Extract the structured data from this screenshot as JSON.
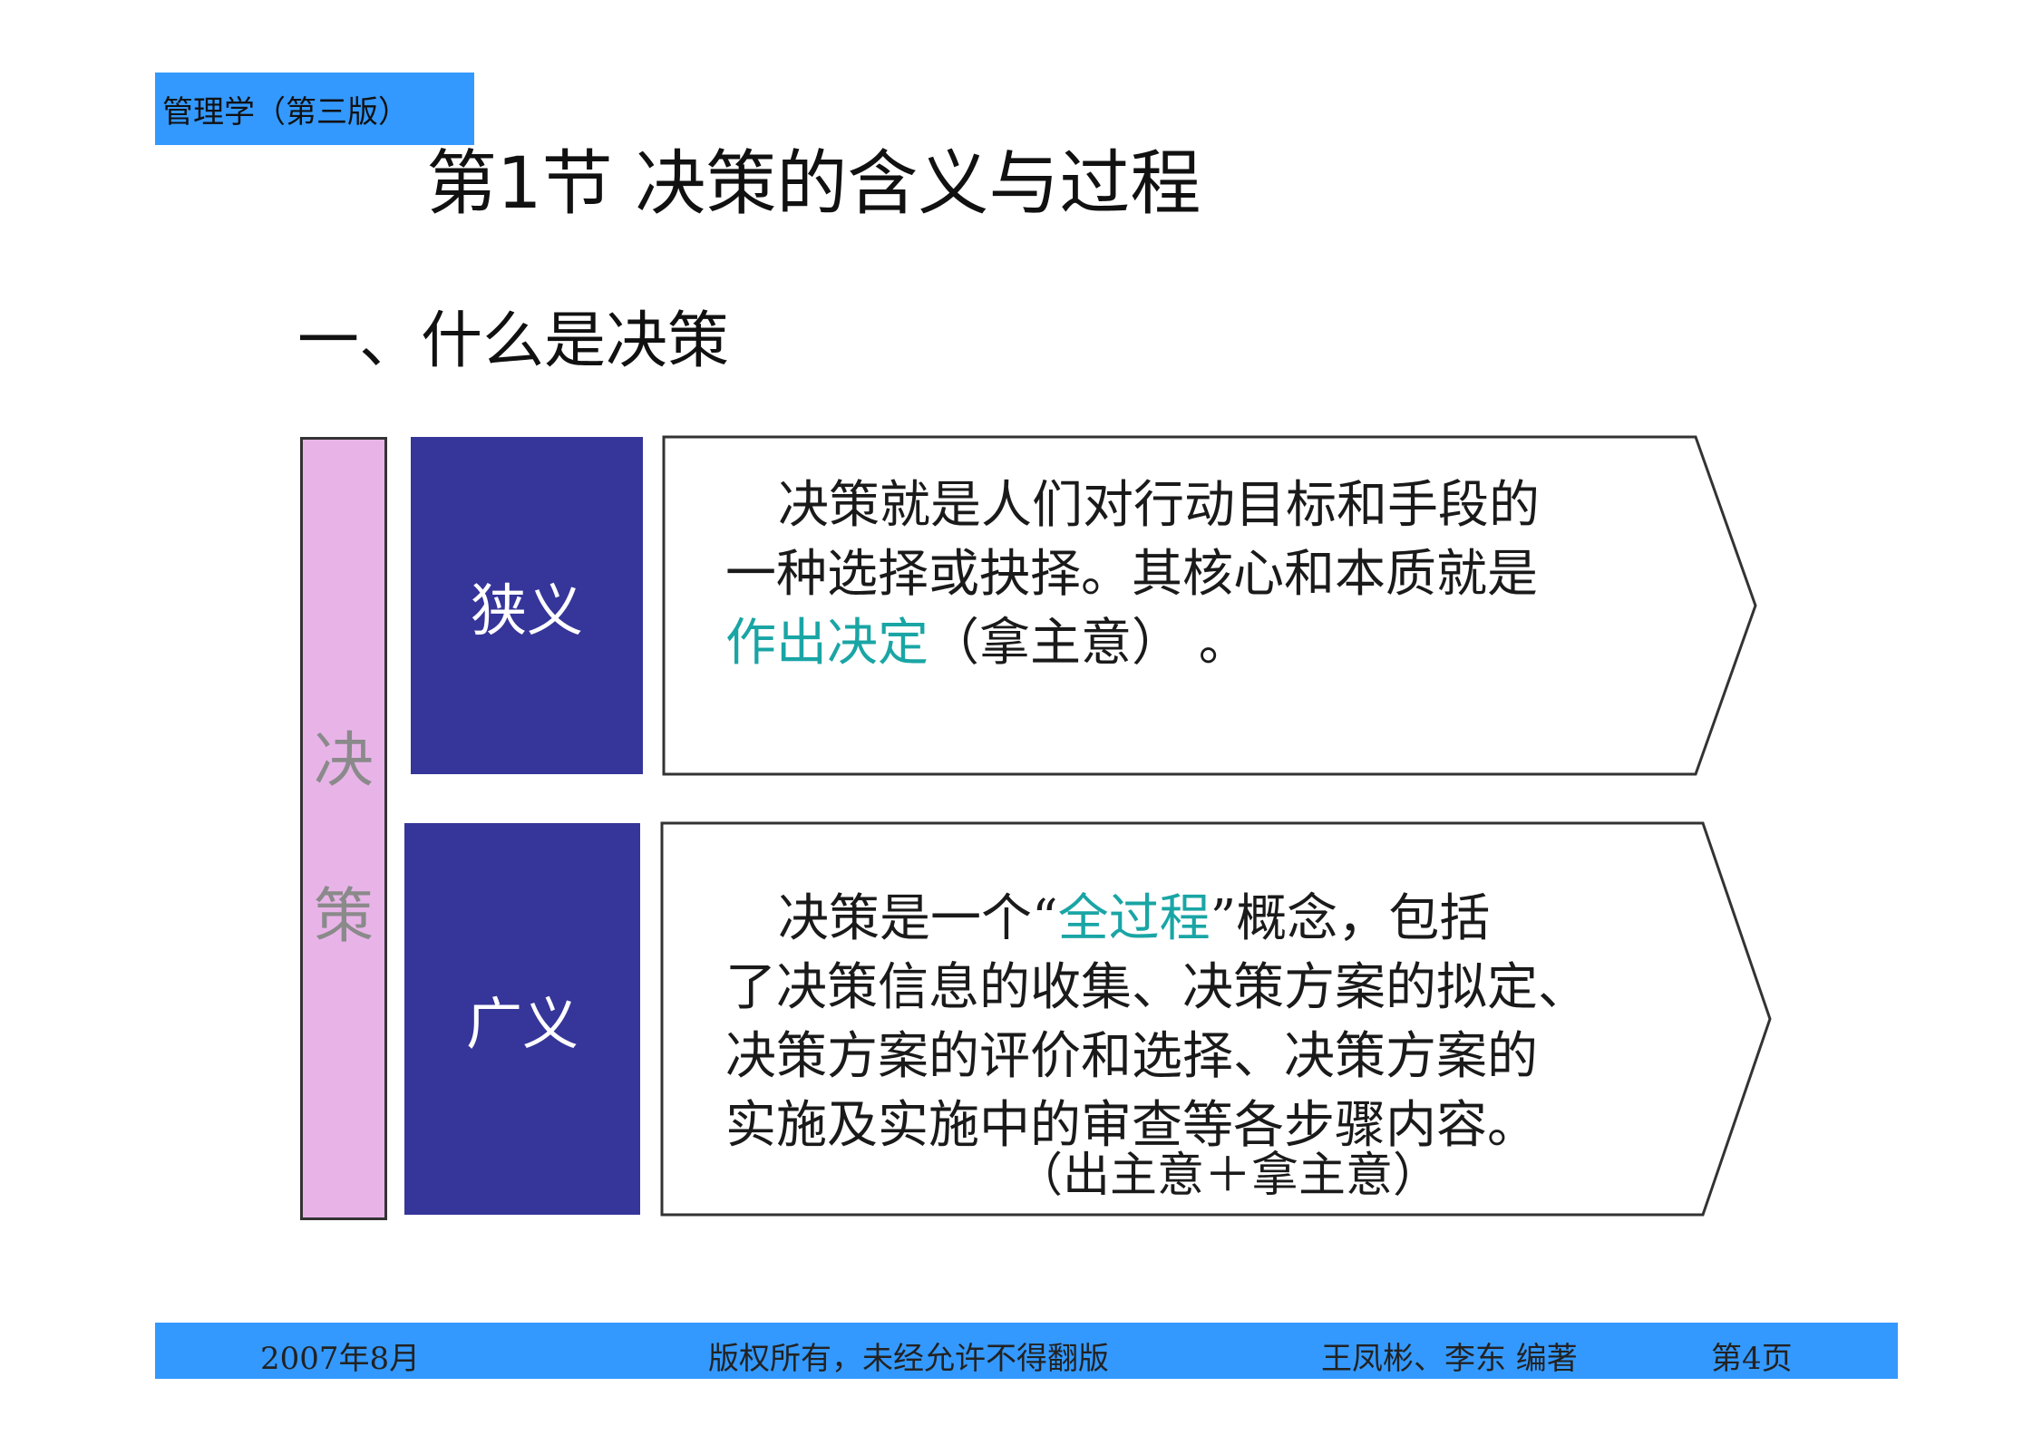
{
  "header": {
    "book_tag": "管理学（第三版）",
    "title": "第1节  决策的含义与过程"
  },
  "section": {
    "heading": "一、什么是决策"
  },
  "sidebar": {
    "chars": [
      "决",
      "策"
    ]
  },
  "narrow": {
    "term": "狭义",
    "line1": "决策就是人们对行动目标和手段的",
    "line2": "一种选择或抉择。其核心和本质就是",
    "line3_highlight": "作出决定",
    "line3_rest": "（拿主意）  。"
  },
  "broad": {
    "term": "广义",
    "line1_pre": "决策是一个“",
    "line1_highlight": "全过程",
    "line1_post": "”概念，包括",
    "line2": "了决策信息的收集、决策方案的拟定、",
    "line3": "决策方案的评价和选择、决策方案的",
    "line4": "实施及实施中的审查等各步骤内容。",
    "note": "（出主意＋拿主意）"
  },
  "footer": {
    "date": "2007年8月",
    "copyright": "版权所有，未经允许不得翻版",
    "authors": "王凤彬、李东 编著",
    "page": "第4页"
  }
}
